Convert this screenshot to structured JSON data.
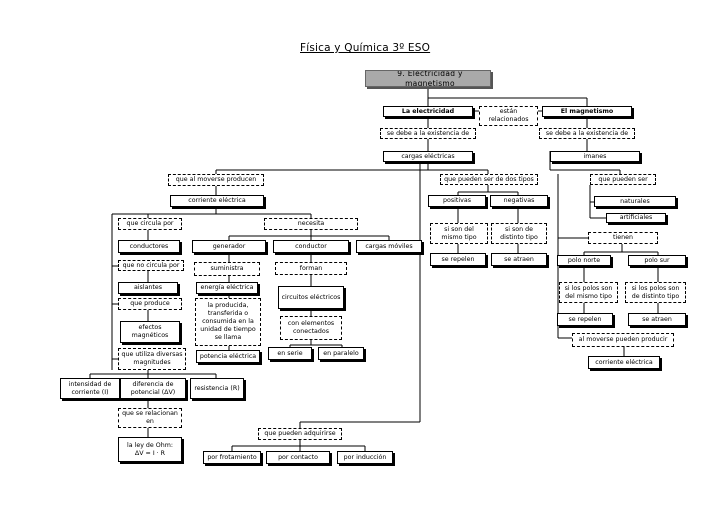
{
  "title": "Física y Química 3º ESO",
  "header": "9. Electricidad y magnetismo",
  "nodes": {
    "la_electricidad": "La electricidad",
    "estan_relacionados": "están relacionados",
    "el_magnetismo": "El magnetismo",
    "se_debe_elec": "se debe a la existencia de",
    "se_debe_mag": "se debe a la existencia de",
    "cargas_electricas": "cargas eléctricas",
    "imanes": "imanes",
    "que_al_moverse_producen": "que al moverse producen",
    "que_pueden_ser_de_dos_tipos": "que pueden ser de dos tipos",
    "que_pueden_ser": "que pueden ser",
    "corriente_electrica": "corriente eléctrica",
    "positivas": "positivas",
    "negativas": "negativas",
    "naturales": "naturales",
    "artificiales": "artificiales",
    "que_circula_por": "que circula por",
    "necesita": "necesita",
    "si_son_mismo": "si son del mismo tipo",
    "si_son_distinto": "si son de distinto tipo",
    "tienen": "tienen",
    "conductores": "conductores",
    "generador": "generador",
    "conductor": "conductor",
    "cargas_moviles": "cargas móviles",
    "se_repelen_cargas": "se repelen",
    "se_atraen_cargas": "se atraen",
    "polo_norte": "polo norte",
    "polo_sur": "polo sur",
    "que_no_circula_por": "que no circula por",
    "suministra": "suministra",
    "forman": "forman",
    "aislantes": "aislantes",
    "energia_electrica": "energía eléctrica",
    "circuitos_electricos": "circuitos eléctricos",
    "si_polos_mismo": "si los polos son del mismo tipo",
    "si_polos_distinto": "si los polos son de distinto tipo",
    "que_produce": "que produce",
    "la_producida": "la producida, transferida o consumida en la unidad de tiempo se llama",
    "con_elementos_conectados": "con elementos conectados",
    "se_repelen_polos": "se repelen",
    "se_atraen_polos": "se atraen",
    "efectos_magneticos": "efectos magnéticos",
    "al_moverse_pueden_producir": "al moverse pueden producir",
    "que_utiliza_diversas_magnitudes": "que utiliza diversas magnitudes",
    "potencia_electrica": "potencia eléctrica",
    "en_serie": "en serie",
    "en_paralelo": "en paralelo",
    "corriente_electrica_2": "corriente eléctrica",
    "intensidad": "intensidad de corriente (I)",
    "diferencia_potencial": "diferencia de potencial (ΔV)",
    "resistencia": "resistencia (R)",
    "que_se_relacionan_en": "que se relacionan en",
    "que_pueden_adquirirse": "que pueden adquirirse",
    "ley_ohm_1": "la ley de Ohm:",
    "ley_ohm_2": "ΔV = I · R",
    "por_frotamiento": "por frotamiento",
    "por_contacto": "por contacto",
    "por_induccion": "por inducción"
  }
}
